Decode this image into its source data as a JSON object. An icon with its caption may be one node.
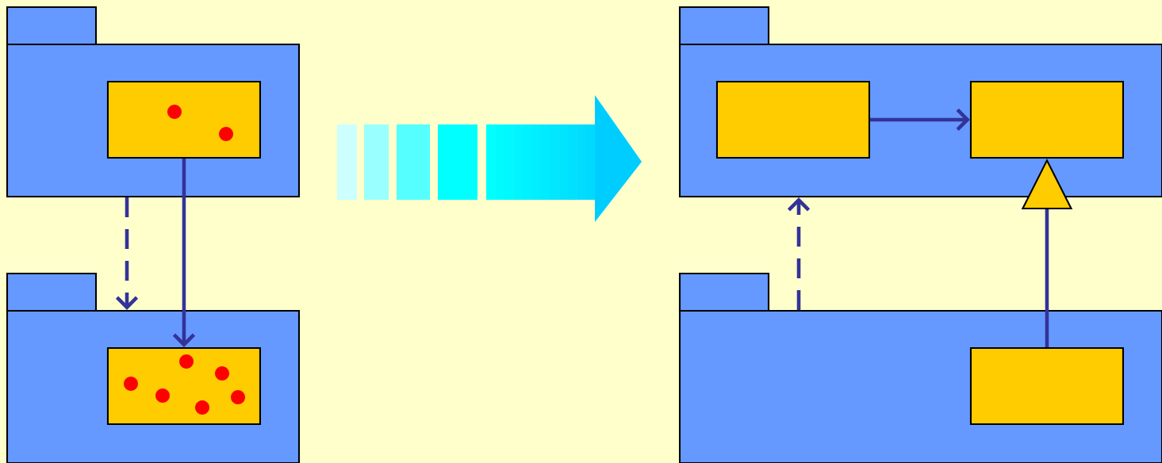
{
  "diagram": {
    "nodes": [
      {
        "text": [],
        "shape": "folder"
      },
      {
        "text": [],
        "shape": "box",
        "in": 0
      },
      {
        "text": [],
        "shape": "folder"
      },
      {
        "text": [],
        "shape": "box",
        "in": 2
      },
      {
        "text": [],
        "shape": "folder"
      },
      {
        "text": [],
        "shape": "box",
        "in": 4
      },
      {
        "text": [],
        "shape": "box",
        "in": 4
      },
      {
        "text": [],
        "shape": "folder"
      },
      {
        "text": [],
        "shape": "box",
        "in": 7
      }
    ],
    "edges": [
      {
        "from": 0,
        "to": 2,
        "arrow": "to",
        "style": "dashed"
      },
      {
        "from": 1,
        "to": 3,
        "arrow": "to"
      },
      {
        "from": 5,
        "to": 6,
        "arrow": "to"
      },
      {
        "from": 7,
        "to": 4,
        "arrow": "to",
        "style": "dashed"
      },
      {
        "from": 8,
        "to": 6,
        "arrow": "to"
      }
    ]
  }
}
